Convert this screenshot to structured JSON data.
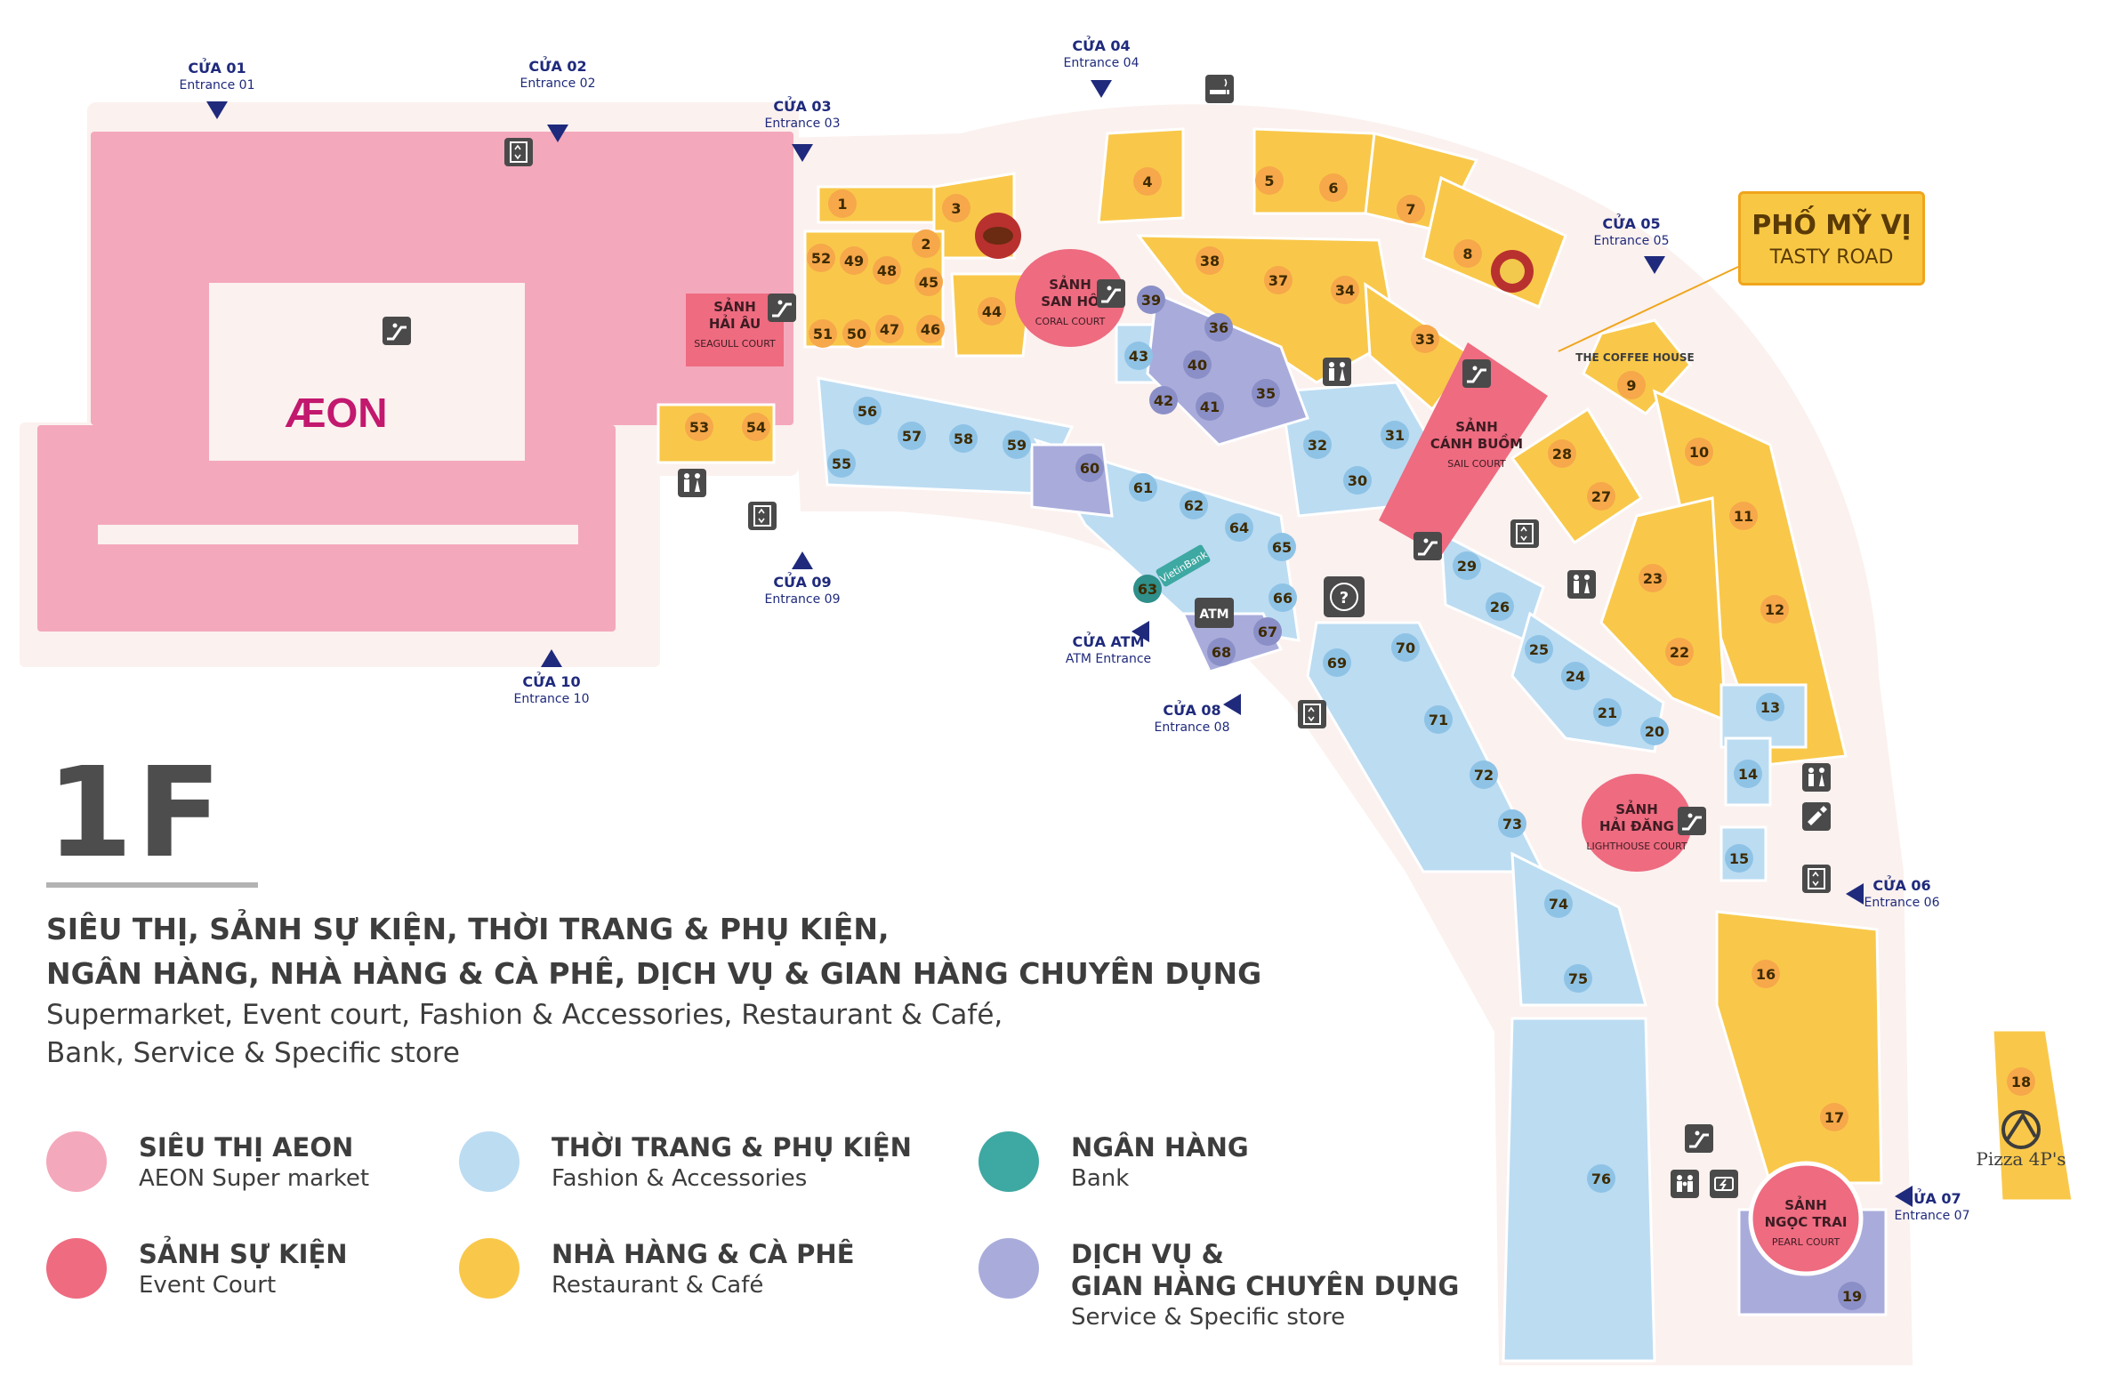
{
  "floor": "1F",
  "categories_vi": [
    "SIÊU THỊ, SẢNH SỰ KIỆN, THỜI TRANG & PHỤ KIỆN,",
    "NGÂN HÀNG, NHÀ HÀNG & CÀ PHÊ, DỊCH VỤ & GIAN HÀNG CHUYÊN DỤNG"
  ],
  "categories_en": [
    "Supermarket, Event court, Fashion & Accessories, Restaurant & Café,",
    "Bank, Service & Specific store"
  ],
  "colors": {
    "supermarket": "#f4a8bb",
    "event": "#ee6b80",
    "fashion": "#bcdcf2",
    "restaurant": "#f9c84a",
    "bank": "#3ea8a2",
    "service": "#a9acdb",
    "walkway": "#fbf1ef",
    "unit_badge": "#f6a84a",
    "arrow": "#1f2a7c"
  },
  "legend": [
    {
      "key": "supermarket",
      "vi": "SIÊU THỊ AEON",
      "en": "AEON Super market",
      "vi2": ""
    },
    {
      "key": "fashion",
      "vi": "THỜI TRANG & PHỤ KIỆN",
      "en": "Fashion & Accessories",
      "vi2": ""
    },
    {
      "key": "bank",
      "vi": "NGÂN HÀNG",
      "en": "Bank",
      "vi2": ""
    },
    {
      "key": "event",
      "vi": "SẢNH SỰ KIỆN",
      "en": "Event Court",
      "vi2": ""
    },
    {
      "key": "restaurant",
      "vi": "NHÀ HÀNG & CÀ PHÊ",
      "en": "Restaurant & Café",
      "vi2": ""
    },
    {
      "key": "service",
      "vi": "DỊCH VỤ &",
      "vi2": "GIAN HÀNG CHUYÊN DỤNG",
      "en": "Service & Specific store"
    }
  ],
  "tasty_road": {
    "vi": "PHỐ MỸ VỊ",
    "en": "TASTY ROAD"
  },
  "brands": {
    "aeon": "ÆON",
    "coffee_house": "THE COFFEE HOUSE",
    "pizza": "Pizza 4P's",
    "bank": "VietinBank"
  },
  "entrances": [
    {
      "vi": "CỬA 01",
      "en": "Entrance 01"
    },
    {
      "vi": "CỬA 02",
      "en": "Entrance 02"
    },
    {
      "vi": "CỬA 03",
      "en": "Entrance 03"
    },
    {
      "vi": "CỬA 04",
      "en": "Entrance 04"
    },
    {
      "vi": "CỬA 05",
      "en": "Entrance 05"
    },
    {
      "vi": "CỬA 06",
      "en": "Entrance 06"
    },
    {
      "vi": "CỬA 07",
      "en": "Entrance 07"
    },
    {
      "vi": "CỬA 08",
      "en": "Entrance 08"
    },
    {
      "vi": "CỬA 09",
      "en": "Entrance 09"
    },
    {
      "vi": "CỬA 10",
      "en": "Entrance 10"
    },
    {
      "vi": "CỬA ATM",
      "en": "ATM Entrance"
    }
  ],
  "courts": [
    {
      "vi1": "SẢNH",
      "vi2": "HẢI ÂU",
      "en": "SEAGULL COURT"
    },
    {
      "vi1": "SẢNH",
      "vi2": "SAN HÔ",
      "en": "CORAL COURT"
    },
    {
      "vi1": "SẢNH",
      "vi2": "CÁNH BUỒM",
      "en": "SAIL COURT"
    },
    {
      "vi1": "SẢNH",
      "vi2": "HẢI ĐĂNG",
      "en": "LIGHTHOUSE COURT"
    },
    {
      "vi1": "SẢNH",
      "vi2": "NGỌC TRAI",
      "en": "PEARL COURT"
    }
  ],
  "units": {
    "restaurant": [
      "1",
      "2",
      "3",
      "4",
      "5",
      "6",
      "7",
      "8",
      "9",
      "10",
      "11",
      "12",
      "16",
      "17",
      "18",
      "22",
      "23",
      "27",
      "28",
      "33",
      "34",
      "37",
      "38",
      "44",
      "45",
      "46",
      "47",
      "48",
      "49",
      "50",
      "51",
      "52",
      "53",
      "54"
    ],
    "fashion": [
      "13",
      "14",
      "15",
      "20",
      "21",
      "24",
      "25",
      "26",
      "29",
      "30",
      "31",
      "32",
      "43",
      "55",
      "56",
      "57",
      "58",
      "59",
      "61",
      "62",
      "64",
      "65",
      "66",
      "69",
      "70",
      "71",
      "72",
      "73",
      "74",
      "75",
      "76"
    ],
    "service": [
      "19",
      "35",
      "36",
      "39",
      "40",
      "41",
      "42",
      "60",
      "67",
      "68"
    ],
    "bank": [
      "63"
    ]
  },
  "facilities": {
    "atm": "ATM",
    "info": "?"
  }
}
